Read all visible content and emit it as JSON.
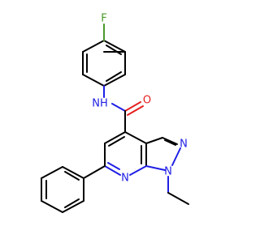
{
  "molecule": {
    "atoms": {
      "F": {
        "label": "F",
        "color": "#4a9a2a"
      },
      "NH": {
        "label": "NH",
        "color": "#1f1fe6"
      },
      "O": {
        "label": "O",
        "color": "#e61f1f"
      },
      "N2": {
        "label": "N",
        "color": "#1f1fe6"
      },
      "N1": {
        "label": "N",
        "color": "#1f1fe6"
      },
      "N7": {
        "label": "N",
        "color": "#1f1fe6"
      }
    }
  }
}
